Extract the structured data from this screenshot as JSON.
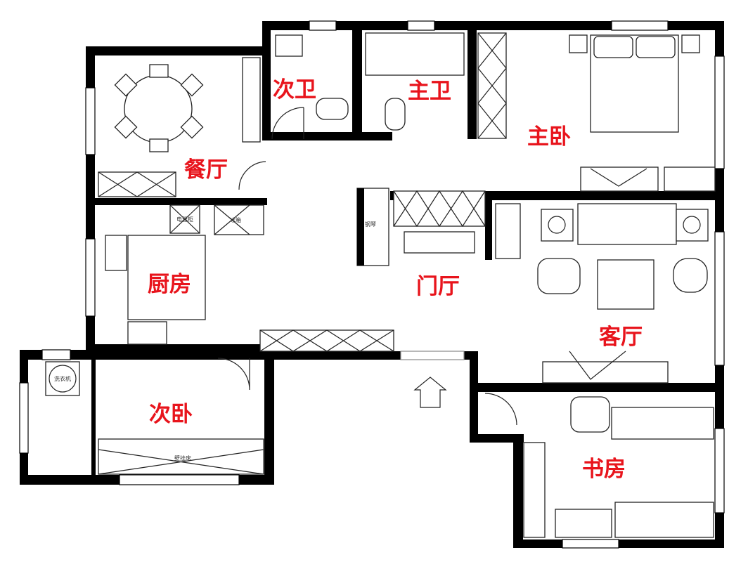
{
  "rooms": {
    "dining": "餐厅",
    "second_bath": "次卫",
    "master_bath": "主卫",
    "master_bedroom": "主卧",
    "kitchen": "厨房",
    "foyer": "门厅",
    "living": "客厅",
    "second_bedroom": "次卧",
    "study": "书房"
  },
  "fixtures": {
    "appliance_cabinet": "电器柜",
    "fridge": "冰箱",
    "piano": "钢琴",
    "washer": "洗衣机",
    "wall_bed": "壁挂床"
  },
  "colors": {
    "label": "#e8141c",
    "wall": "#000000"
  }
}
